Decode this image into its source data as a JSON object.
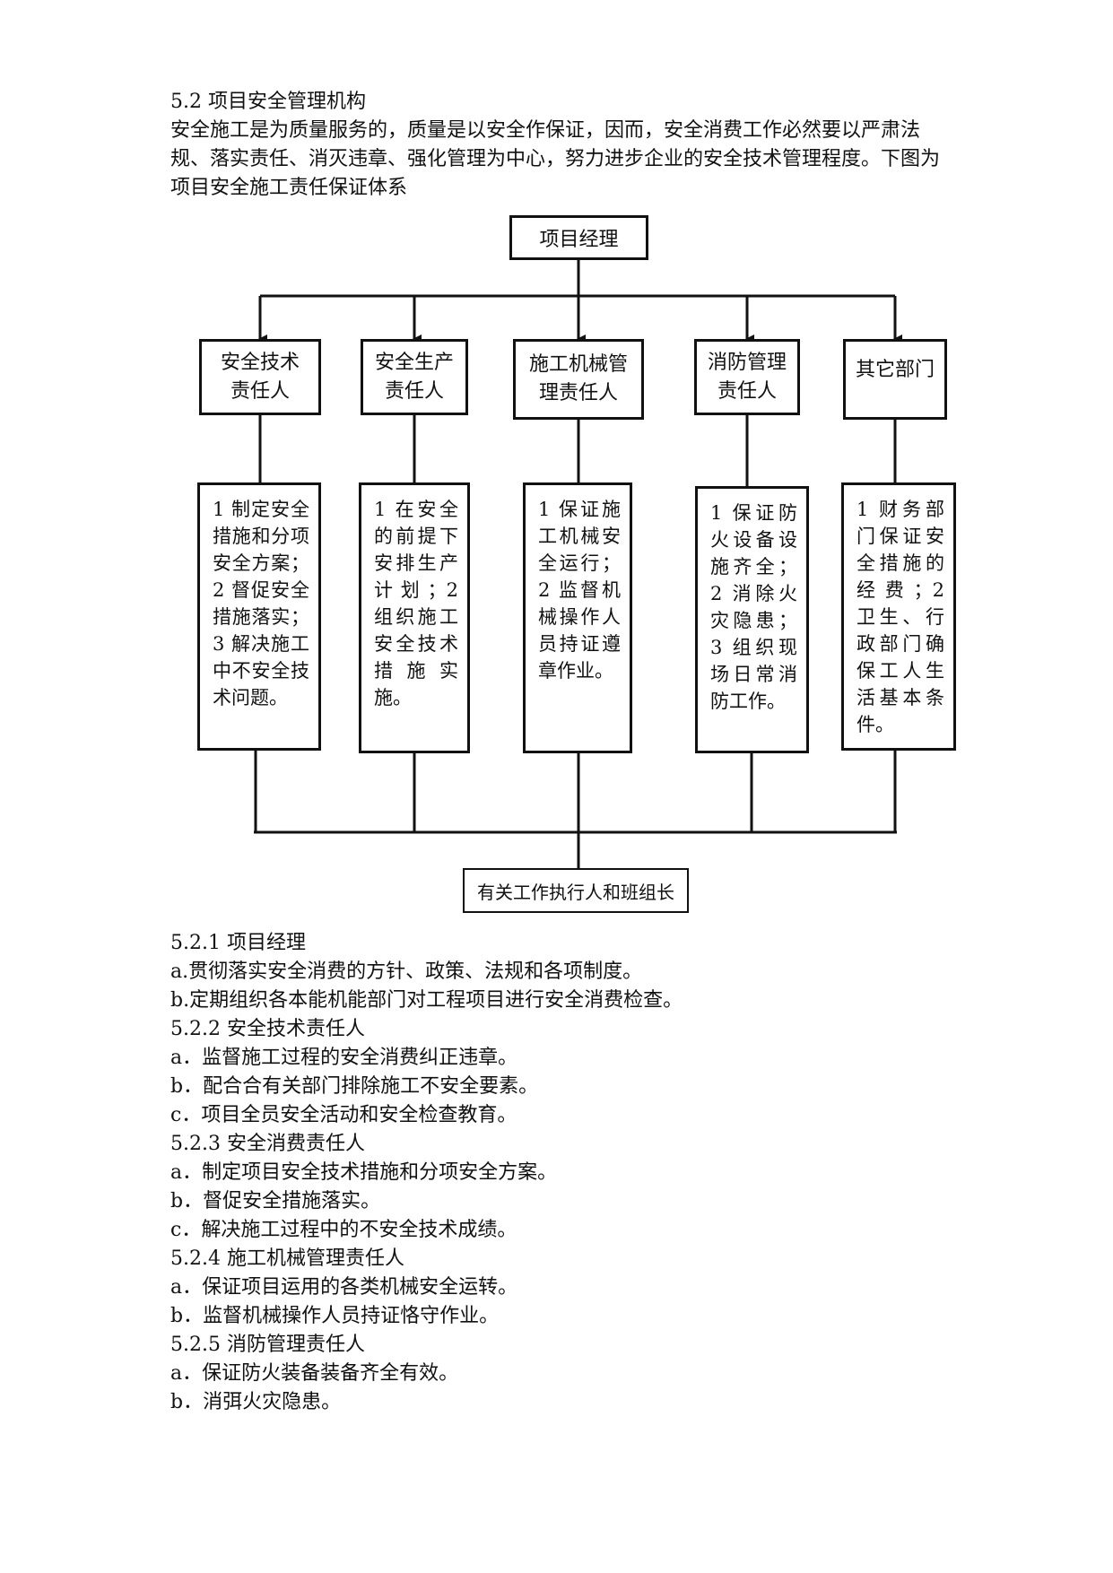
{
  "section": {
    "heading": "5.2  项目安全管理机构",
    "intro": "安全施工是为质量服务的，质量是以安全作保证，因而，安全消费工作必然要以严肃法规、落实责任、消灭违章、强化管理为中心，努力进步企业的安全技术管理程度。下图为项目安全施工责任保证体系"
  },
  "org": {
    "top": "项目经理",
    "roles": [
      {
        "name": "安全技术\n责任人",
        "duty": "1 制定安全措施和分项安全方案；2 督促安全措施落实；3 解决施工中不安全技术问题。"
      },
      {
        "name": "安全生产\n责任人",
        "duty": "1 在安全的前提下安排生产计划；2 组织施工安全技术措施实施。"
      },
      {
        "name": "施工机械管\n理责任人",
        "duty": "1 保证施工机械安全运行；2 监督机械操作人员持证遵章作业。"
      },
      {
        "name": "消防管理\n责任人",
        "duty": "1 保证防火设备设施齐全；2 消除火灾隐患；3 组织现场日常消防工作。"
      },
      {
        "name": "其它部门",
        "duty": "1 财务部门保证安全措施的经费；2 卫生、行政部门确保工人生活基本条件。"
      }
    ],
    "bottom": "有关工作执行人和班组长"
  },
  "details": [
    {
      "heading": "5.2.1  项目经理",
      "items": [
        "a.贯彻落实安全消费的方针、政策、法规和各项制度。",
        "b.定期组织各本能机能部门对工程项目进行安全消费检查。"
      ]
    },
    {
      "heading": "5.2.2  安全技术责任人",
      "items": [
        "a．监督施工过程的安全消费纠正违章。",
        "b．配合合有关部门排除施工不安全要素。",
        "c．项目全员安全活动和安全检查教育。"
      ]
    },
    {
      "heading": "5.2.3  安全消费责任人",
      "items": [
        "a．制定项目安全技术措施和分项安全方案。",
        "b．督促安全措施落实。",
        "c．解决施工过程中的不安全技术成绩。"
      ]
    },
    {
      "heading": "5.2.4  施工机械管理责任人",
      "items": [
        "a．保证项目运用的各类机械安全运转。",
        "b．监督机械操作人员持证恪守作业。"
      ]
    },
    {
      "heading": "5.2.5  消防管理责任人",
      "items": [
        "a．保证防火装备装备齐全有效。",
        "b．消弭火灾隐患。"
      ]
    }
  ]
}
